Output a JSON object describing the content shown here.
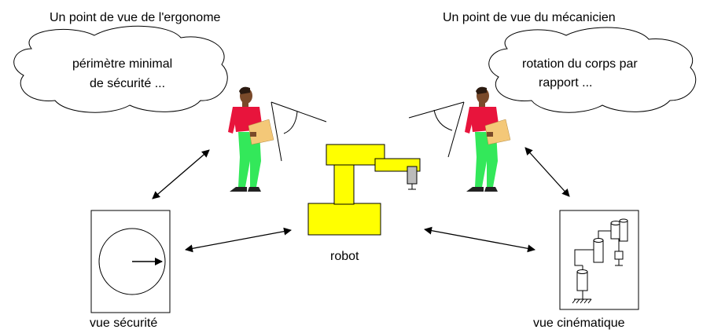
{
  "left_title": "Un point de vue de l'ergonome",
  "right_title": "Un point de vue du mécanicien",
  "left_bubble": {
    "line1": "périmètre minimal",
    "line2": "de sécurité ..."
  },
  "right_bubble": {
    "line1": "rotation du corps par",
    "line2": "rapport  ..."
  },
  "robot_label": "robot",
  "safety_view_label": "vue sécurité",
  "kinematic_view_label": "vue cinématique",
  "colors": {
    "robot": "#ffff00",
    "shirt": "#e8143c",
    "pants": "#33e85a",
    "skin": "#7a4a2a",
    "folder": "#f4c878"
  }
}
